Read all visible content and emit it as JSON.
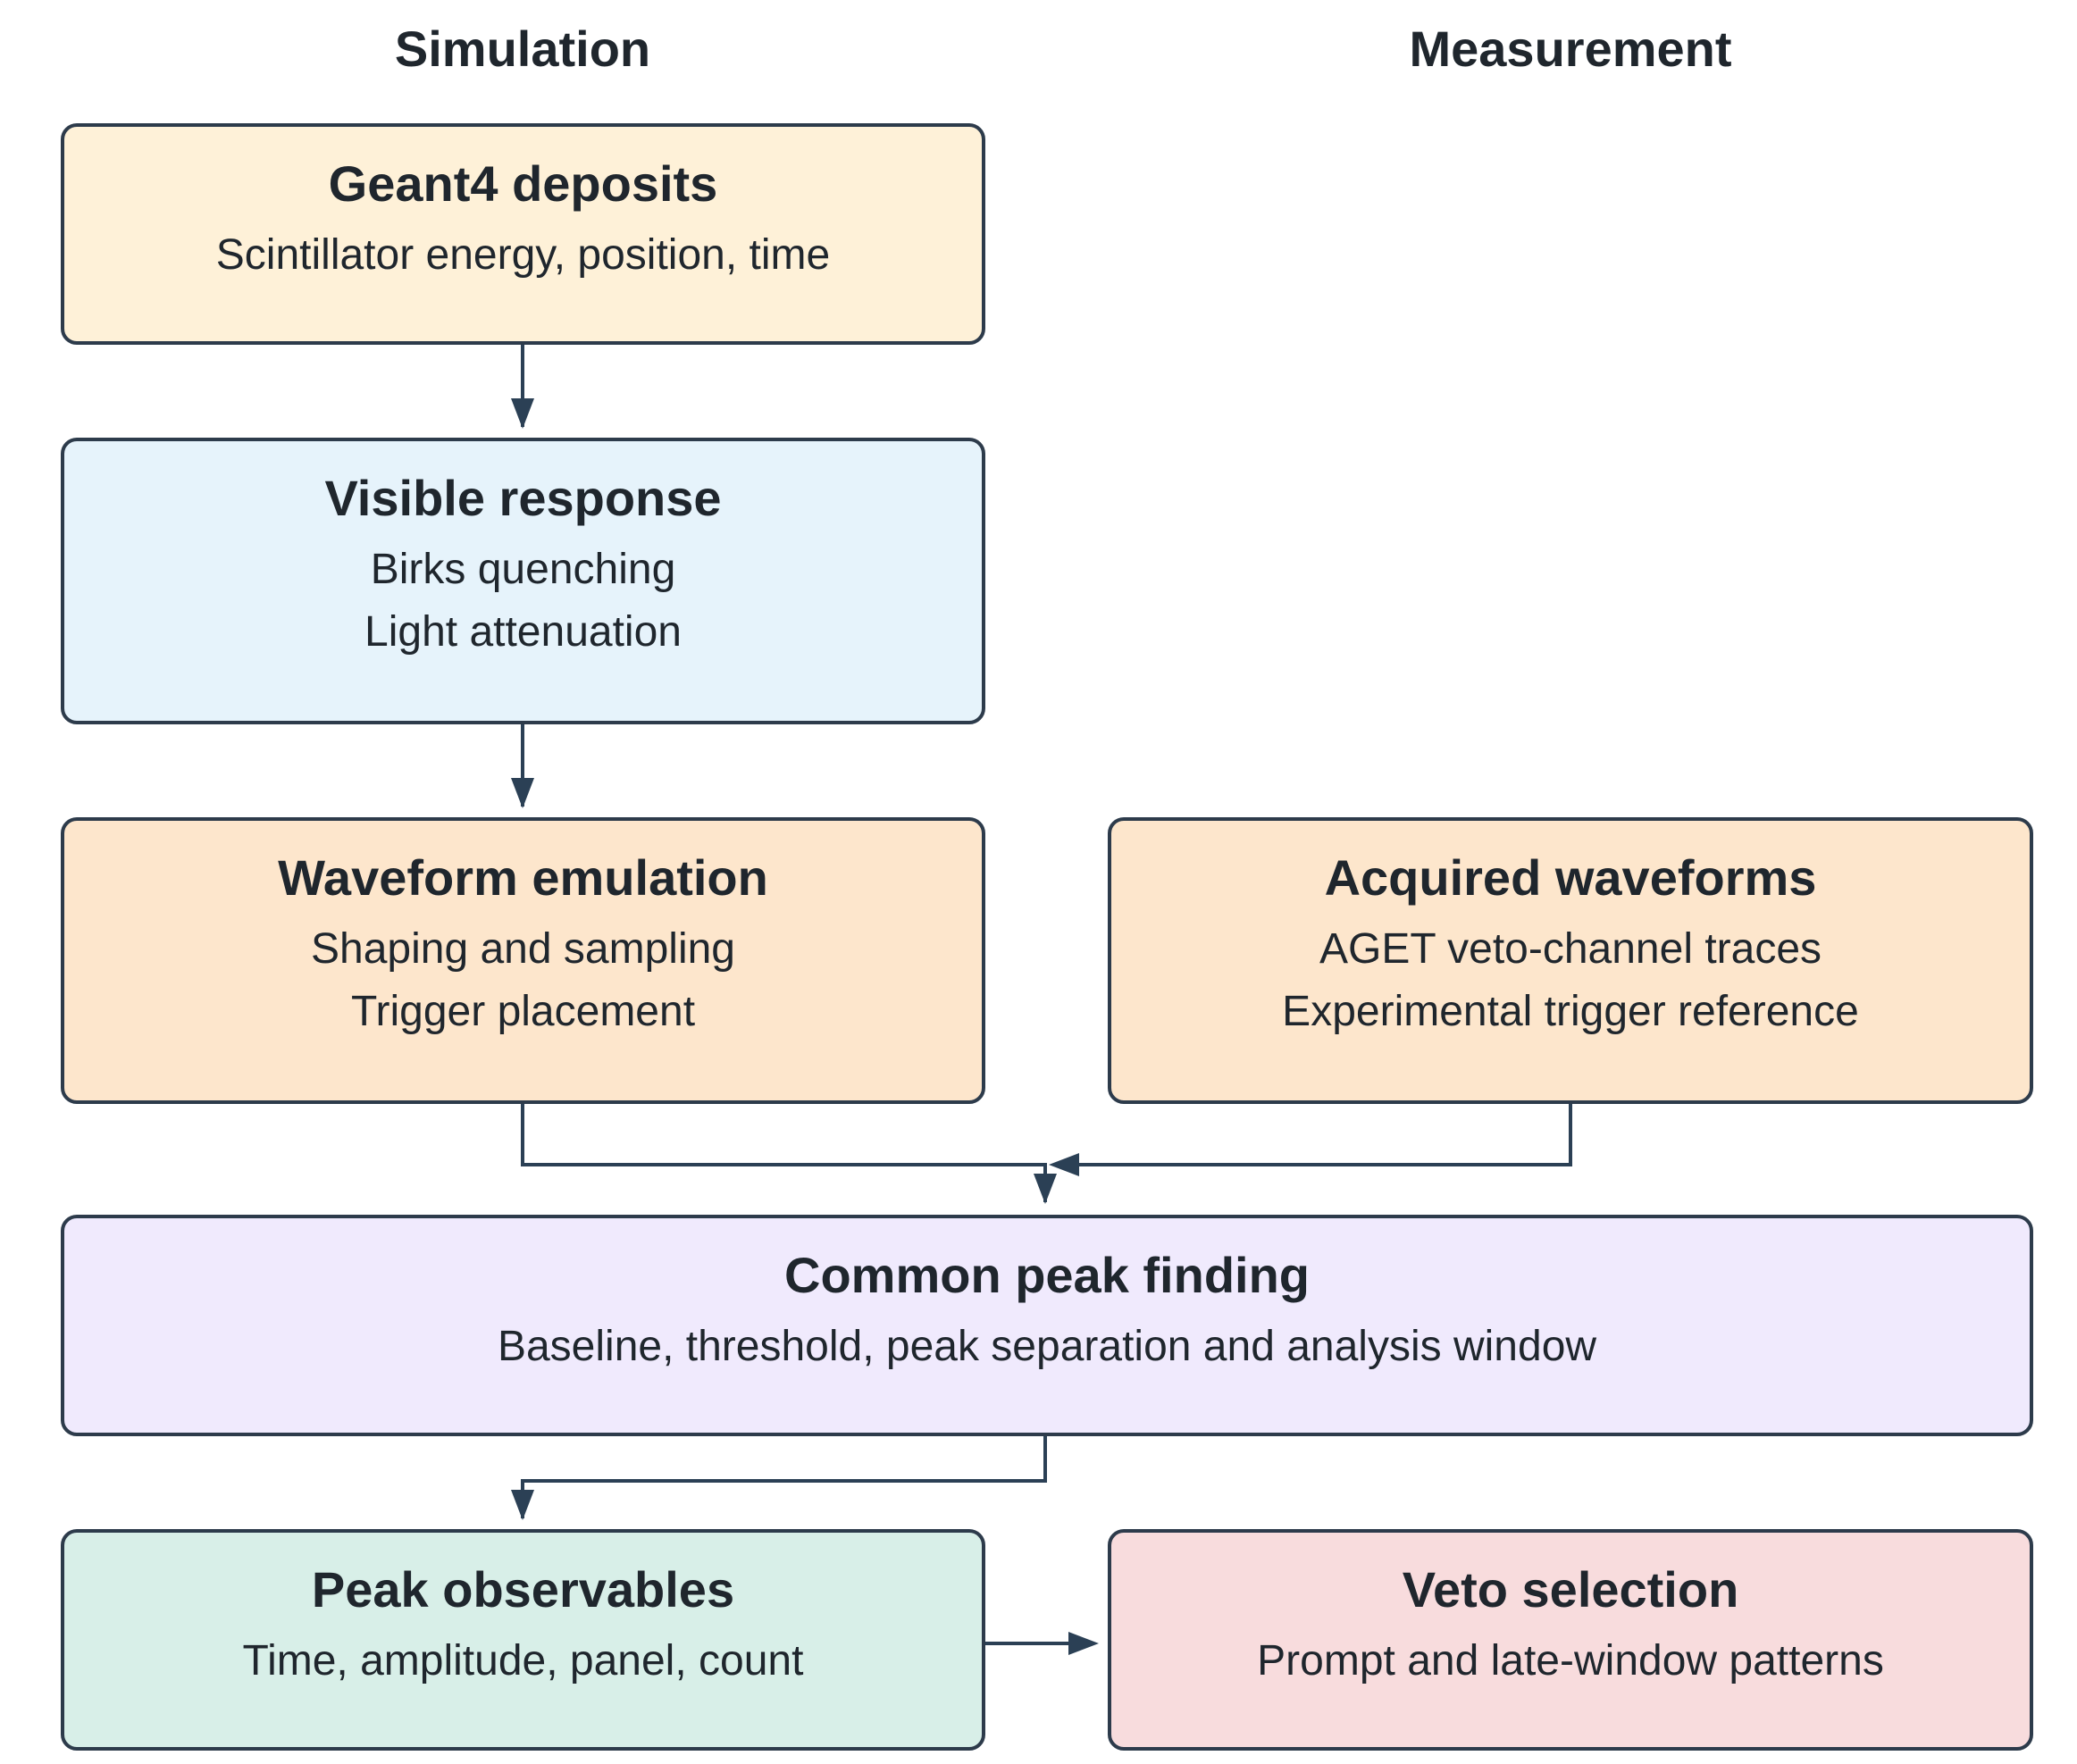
{
  "columns": {
    "simulation": "Simulation",
    "measurement": "Measurement"
  },
  "nodes": {
    "geant4": {
      "title": "Geant4 deposits",
      "lines": [
        "Scintillator energy, position, time"
      ],
      "fill": "#fef1d8"
    },
    "visible": {
      "title": "Visible response",
      "lines": [
        "Birks quenching",
        "Light attenuation"
      ],
      "fill": "#e6f3fb"
    },
    "emulation": {
      "title": "Waveform emulation",
      "lines": [
        "Shaping and sampling",
        "Trigger placement"
      ],
      "fill": "#fde6cc"
    },
    "acquired": {
      "title": "Acquired waveforms",
      "lines": [
        "AGET veto-channel traces",
        "Experimental trigger reference"
      ],
      "fill": "#fde6cc"
    },
    "peakfinding": {
      "title": "Common peak finding",
      "lines": [
        "Baseline, threshold, peak separation and analysis window"
      ],
      "fill": "#f0eafd"
    },
    "observables": {
      "title": "Peak observables",
      "lines": [
        "Time, amplitude, panel, count"
      ],
      "fill": "#d8efe8"
    },
    "veto": {
      "title": "Veto selection",
      "lines": [
        "Prompt and late-window patterns"
      ],
      "fill": "#f8dcdd"
    }
  },
  "edges": [
    {
      "from": "geant4",
      "to": "visible"
    },
    {
      "from": "visible",
      "to": "emulation"
    },
    {
      "from": "emulation",
      "to": "peakfinding"
    },
    {
      "from": "acquired",
      "to": "peakfinding"
    },
    {
      "from": "peakfinding",
      "to": "observables"
    },
    {
      "from": "observables",
      "to": "veto"
    }
  ],
  "colors": {
    "stroke": "#2d3b4b",
    "arrow": "#2b4055"
  }
}
